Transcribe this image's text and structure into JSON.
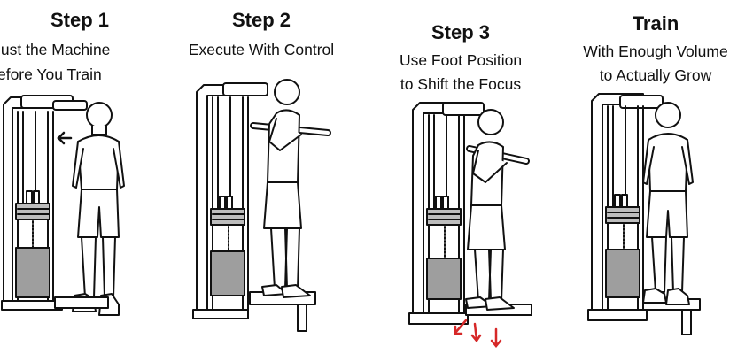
{
  "steps": [
    {
      "title": "Step 1",
      "lines": [
        "Adjust the Machine",
        "Before You Train"
      ]
    },
    {
      "title": "Step 2",
      "lines": [
        "Execute With Control"
      ]
    },
    {
      "title": "Step 3",
      "lines": [
        "Use Foot Position",
        "to Shift the Focus"
      ]
    },
    {
      "title": "Train",
      "lines": [
        "With Enough Volume",
        "to Actually Grow"
      ]
    }
  ],
  "icons": {
    "step1_arrow": "arrow-left-icon",
    "step3_arrows": "arrow-down-icon"
  },
  "colors": {
    "line": "#111111",
    "accent_arrow": "#d62828",
    "weight_stack": "#bdbdbd",
    "plate": "#9e9e9e"
  }
}
